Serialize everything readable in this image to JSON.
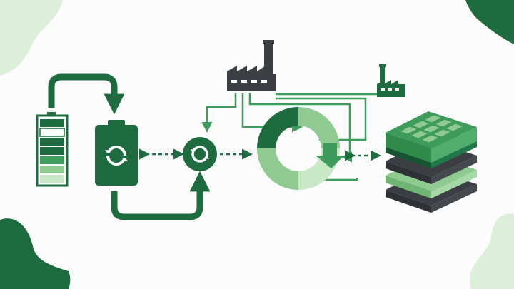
{
  "colors": {
    "background": "#fbfcfb",
    "dark_green": "#1d6b3f",
    "mid_green": "#3f9b5c",
    "light_green": "#8fcb90",
    "pale_green": "#c9e8c6",
    "corner_light": "#dcefd9",
    "dark_gray": "#3b3f43",
    "white": "#ffffff"
  },
  "icons": {
    "battery_level": "battery-level-icon",
    "battery_recycle": "battery-recycle-icon",
    "recycle_hub": "recycle-hub-icon",
    "large_factory": "factory-icon",
    "small_factory": "small-factory-icon",
    "circular_ring": "circular-economy-ring-icon",
    "land_layers": "soil-layers-icon"
  },
  "battery_charge": {
    "filled_segments": 5,
    "total_segments": 7
  },
  "ring_segments": {
    "count": 4,
    "colors": [
      "dark_green",
      "light_green",
      "pale_green",
      "light_green"
    ]
  }
}
